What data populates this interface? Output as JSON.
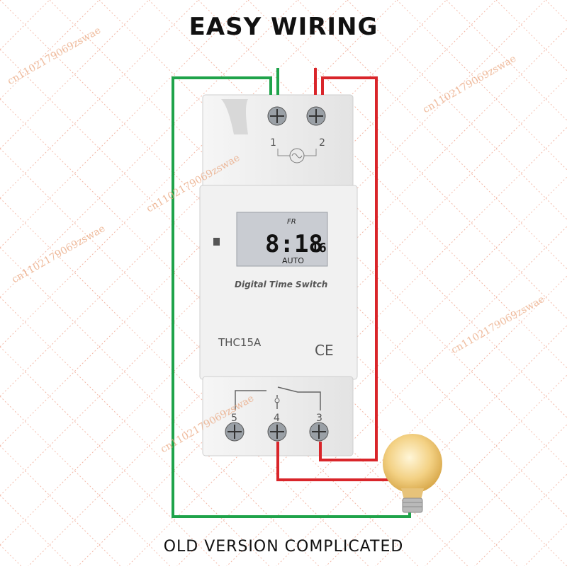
{
  "headline": "EASY WIRING",
  "footer": "OLD VERSION COMPLICATED",
  "device": {
    "top_terminals": [
      "1",
      "2"
    ],
    "bottom_terminals": [
      "5",
      "4",
      "3"
    ],
    "lcd": {
      "day": "FR",
      "time": "8:18",
      "seconds": "16",
      "mode": "AUTO"
    },
    "label": "Digital Time Switch",
    "model": "THC15A",
    "mark": "CE"
  },
  "watermark": "cn1102179069zswae",
  "colors": {
    "live_wire": "#d9252a",
    "neutral_wire": "#1fa34a",
    "device_body": "#eeeeee",
    "lcd": "#c9ccd2"
  }
}
